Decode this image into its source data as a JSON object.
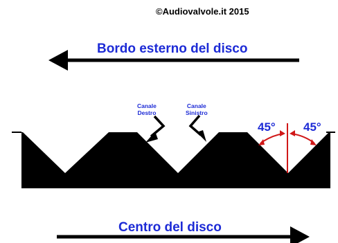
{
  "copyright": "©Audiovalvole.it 2015",
  "outer_edge_label": "Bordo esterno del disco",
  "center_label": "Centro del disco",
  "right_channel": {
    "line1": "Canale",
    "line2": "Destro"
  },
  "left_channel": {
    "line1": "Canale",
    "line2": "Sinistro"
  },
  "angle_left": "45°",
  "angle_right": "45°",
  "colors": {
    "text": "#1d2bd6",
    "angle_marks": "#d01818",
    "groove": "#000000"
  }
}
